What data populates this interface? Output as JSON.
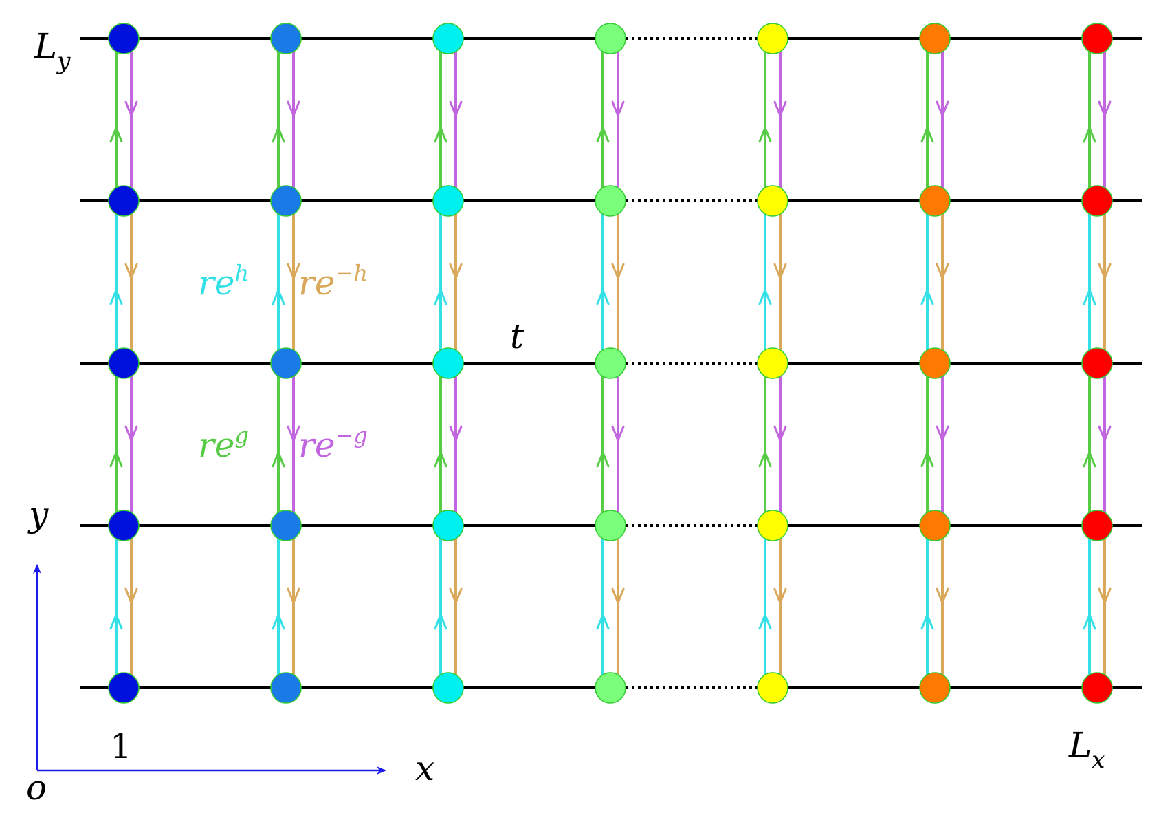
{
  "labels": {
    "ly_base": "L",
    "ly_sub": "y",
    "lx_base": "L",
    "lx_sub": "x",
    "col_one": "1",
    "axis_x": "x",
    "axis_y": "y",
    "origin": "o",
    "hop_t": "t"
  },
  "hoppings": {
    "up_h": {
      "base": "re",
      "exp": "h"
    },
    "down_h": {
      "base": "re",
      "exp": "−h"
    },
    "up_g": {
      "base": "re",
      "exp": "g"
    },
    "down_g": {
      "base": "re",
      "exp": "−g"
    }
  },
  "lattice": {
    "columns": 7,
    "rows": 5,
    "ellipsis_between_columns": [
      4,
      5
    ],
    "bond_pattern_bottom_to_top": [
      "h",
      "g",
      "h",
      "g"
    ]
  },
  "colors": {
    "site_columns": [
      "#0011dd",
      "#1a7ae6",
      "#00f0f0",
      "#7aff7a",
      "#ffff00",
      "#ff7a00",
      "#ff0000"
    ],
    "site_outline": "#33cc33",
    "h_up": "#33e0e6",
    "h_down": "#d9a85a",
    "g_up": "#55cc44",
    "g_down": "#c266e0",
    "t_line": "#000000",
    "axis": "#1a1aee"
  }
}
